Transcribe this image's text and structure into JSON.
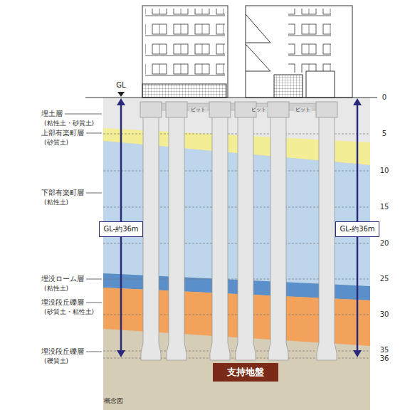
{
  "diagram": {
    "caption": "概念図",
    "nodes": [
      {
        "text": [
          "GL-約36m"
        ]
      },
      {
        "text": [
          "GL-約36m"
        ]
      },
      {
        "text": [
          "支持地盤"
        ]
      }
    ],
    "labels": [
      "GL",
      "埋土層",
      "(粘性土・砂質土)",
      "上部有楽町層",
      "(砂質土)",
      "下部有楽町層",
      "(粘性土)",
      "埋没ローム層",
      "(粘性土)",
      "埋没段丘礫層",
      "(砂質土・粘性土)",
      "埋没段丘礫層",
      "(礫質土)",
      "0",
      "5",
      "10",
      "15",
      "20",
      "25",
      "30",
      "35",
      "36",
      "ピット",
      "ピット",
      "ピット"
    ]
  }
}
